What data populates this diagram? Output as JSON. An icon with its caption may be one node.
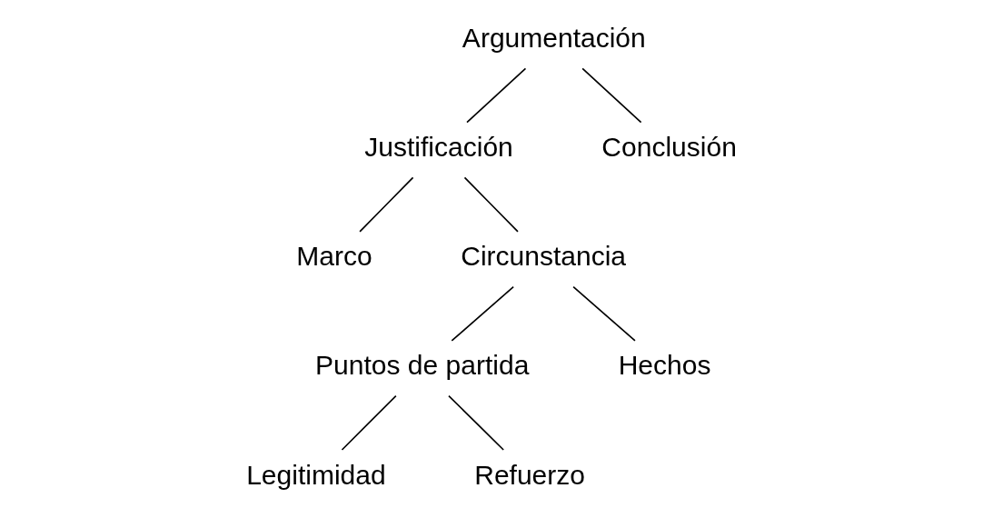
{
  "diagram": {
    "nodes": [
      {
        "text": [
          "Argumentación"
        ]
      },
      {
        "text": [
          "Justificación"
        ]
      },
      {
        "text": [
          "Conclusión"
        ]
      },
      {
        "text": [
          "Marco"
        ]
      },
      {
        "text": [
          "Circunstancia"
        ]
      },
      {
        "text": [
          "Puntos de partida"
        ]
      },
      {
        "text": [
          "Hechos"
        ]
      },
      {
        "text": [
          "Legitimidad"
        ]
      },
      {
        "text": [
          "Refuerzo"
        ]
      }
    ],
    "edges": [
      {
        "from": 0,
        "to": 1,
        "arrow": "none"
      },
      {
        "from": 0,
        "to": 2,
        "arrow": "none"
      },
      {
        "from": 1,
        "to": 3,
        "arrow": "none"
      },
      {
        "from": 1,
        "to": 4,
        "arrow": "none"
      },
      {
        "from": 4,
        "to": 5,
        "arrow": "none"
      },
      {
        "from": 4,
        "to": 6,
        "arrow": "none"
      },
      {
        "from": 5,
        "to": 7,
        "arrow": "none"
      },
      {
        "from": 5,
        "to": 8,
        "arrow": "none"
      }
    ]
  }
}
